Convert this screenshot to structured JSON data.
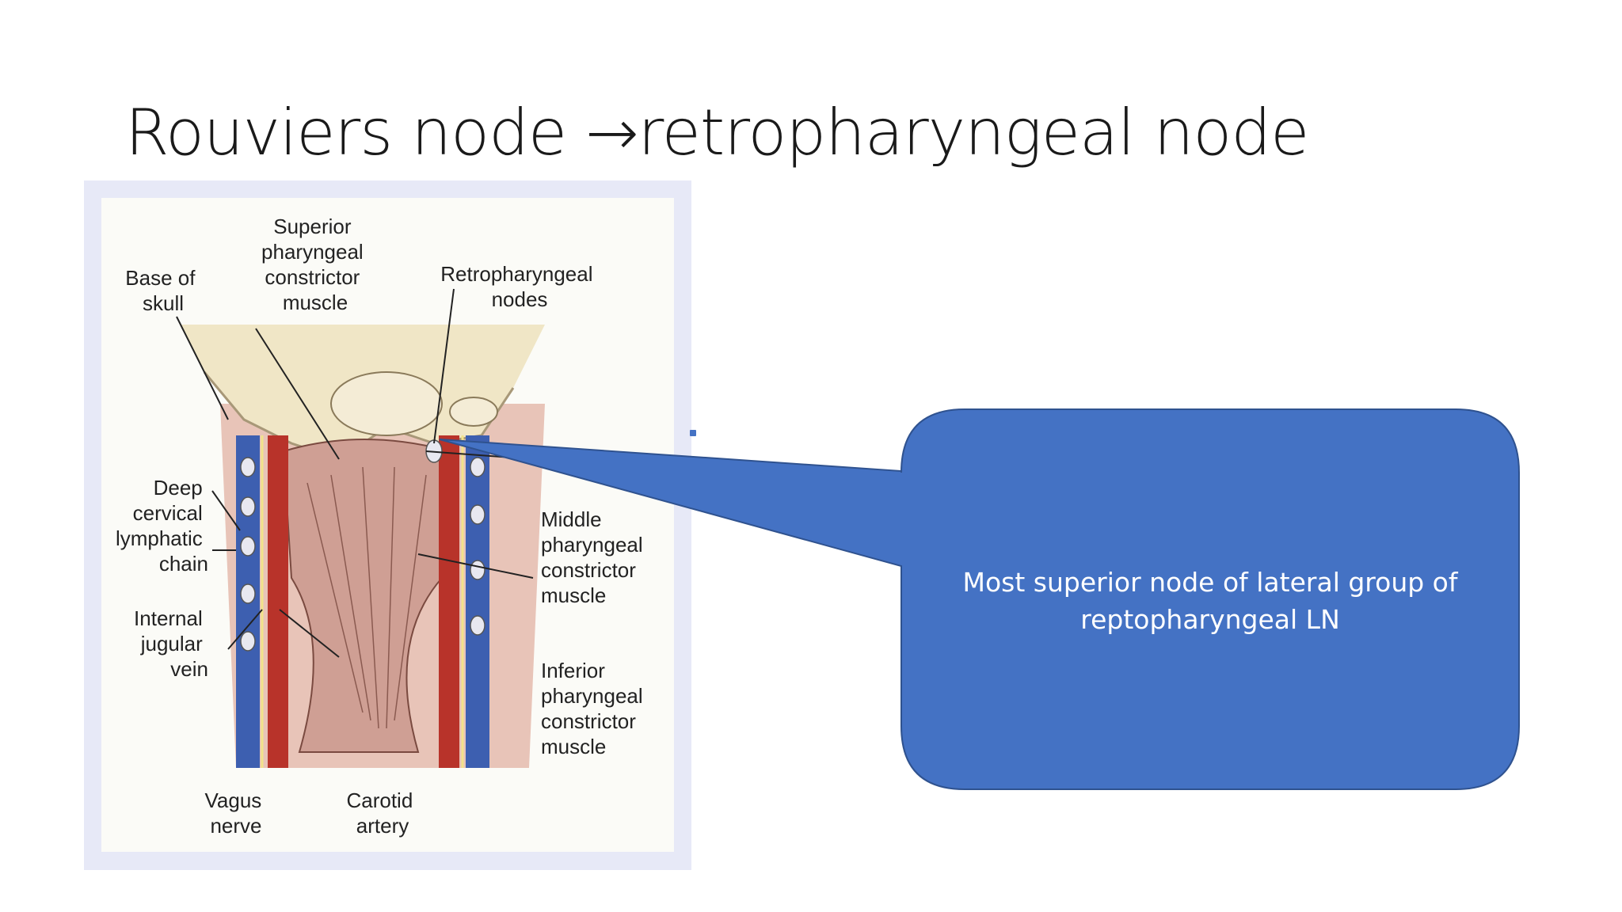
{
  "slide": {
    "title": "Rouviers node →retropharyngeal node",
    "callout_text": "Most superior node of lateral group of reptopharyngeal LN",
    "callout_color": "#4472c4"
  },
  "figure": {
    "labels": {
      "superior_constrictor": [
        "Superior",
        "pharyngeal",
        "constrictor",
        "muscle"
      ],
      "base_of_skull": [
        "Base of",
        "skull"
      ],
      "retropharyngeal_nodes": [
        "Retropharyngeal",
        "nodes"
      ],
      "deep_cervical_chain": [
        "Deep",
        "cervical",
        "lymphatic",
        "chain"
      ],
      "internal_jugular_vein": [
        "Internal",
        "jugular",
        "vein"
      ],
      "middle_constrictor": [
        "Middle",
        "pharyngeal",
        "constrictor",
        "muscle"
      ],
      "inferior_constrictor": [
        "Inferior",
        "pharyngeal",
        "constrictor",
        "muscle"
      ],
      "vagus_nerve": [
        "Vagus",
        "nerve"
      ],
      "carotid_artery": [
        "Carotid",
        "artery"
      ]
    },
    "colors": {
      "vein": "#3d5fb0",
      "artery": "#b8332a",
      "muscle": "#d8a89c",
      "bone": "#f0e6c6"
    }
  }
}
